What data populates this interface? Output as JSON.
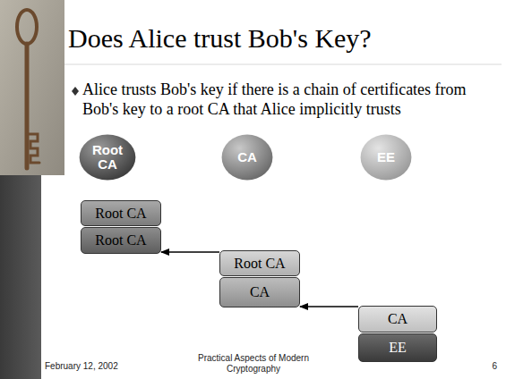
{
  "diagram": {
    "title": "Does Alice trust Bob's Key?",
    "nodes": [
      {
        "text": [
          "Root CA"
        ]
      },
      {
        "text": [
          "CA"
        ]
      },
      {
        "text": [
          "EE"
        ]
      },
      {
        "text": [
          "Root CA"
        ]
      },
      {
        "text": [
          "Root CA"
        ]
      },
      {
        "text": [
          "Root CA"
        ]
      },
      {
        "text": [
          "CA"
        ]
      },
      {
        "text": [
          "CA"
        ]
      },
      {
        "text": [
          "EE"
        ]
      }
    ],
    "edges": [
      {
        "from": 5,
        "to": 4,
        "arrow": "to"
      },
      {
        "from": 7,
        "to": 6,
        "arrow": "to"
      }
    ],
    "labels": [
      "Alice trusts Bob's key if there is a chain of certificates from Bob's key to a root CA that Alice implicitly trusts",
      "February 12, 2002",
      "Practical Aspects of Modern Cryptography",
      "6"
    ]
  }
}
